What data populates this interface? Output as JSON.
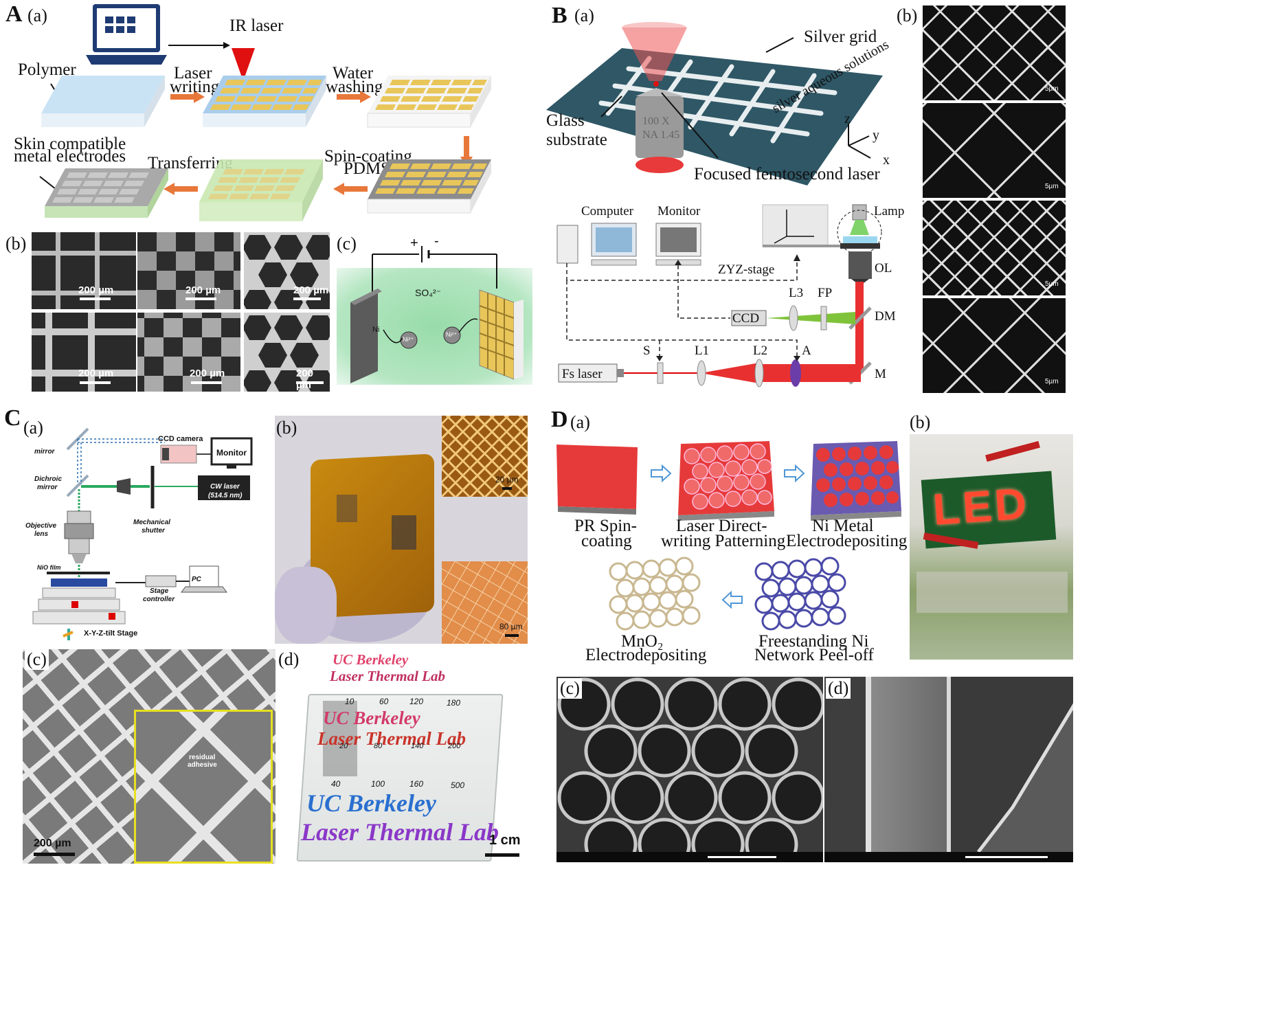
{
  "panels": {
    "A": {
      "letter": "A",
      "a": "(a)",
      "b": "(b)",
      "c": "(c)",
      "ir_laser": "IR laser",
      "polymer": "Polymer",
      "laser_writing_1": "Laser",
      "laser_writing_2": "writing",
      "water_washing_1": "Water",
      "water_washing_2": "washing",
      "skin_1": "Skin compatible",
      "skin_2": "metal electrodes",
      "transferring": "Transferring",
      "spin_1": "Spin-coating",
      "spin_2": "PDMS",
      "scale": [
        "200 µm",
        "200 µm",
        "200 µm",
        "200 µm",
        "200 µm",
        "200 µm"
      ],
      "plus": "+",
      "minus": "-",
      "so4": "SO₄²⁻",
      "ni": "Ni",
      "ni2": "Ni²⁺"
    },
    "B": {
      "letter": "B",
      "a": "(a)",
      "b": "(b)",
      "silver_grid": "Silver grid",
      "glass_1": "Glass",
      "glass_2": "substrate",
      "solutions": "silver aqueous solutions",
      "focused": "Focused femtosecond laser",
      "obj_1": "100 X",
      "obj_2": "NA 1.45",
      "z": "z",
      "y": "y",
      "x": "x",
      "computer": "Computer",
      "monitor": "Monitor",
      "lamp": "Lamp",
      "ol": "OL",
      "zyz": "ZYZ-stage",
      "ccd": "CCD",
      "l3": "L3",
      "fp": "FP",
      "dm": "DM",
      "s": "S",
      "l1": "L1",
      "l2": "L2",
      "a_lbl": "A",
      "m": "M",
      "fs": "Fs laser",
      "sem_scale": [
        "5µm",
        "5µm",
        "5µm",
        "5µm"
      ]
    },
    "C": {
      "letter": "C",
      "a": "(a)",
      "b": "(b)",
      "c": "(c)",
      "d": "(d)",
      "ccd_camera": "CCD camera",
      "monitor": "Monitor",
      "mirror": "mirror",
      "dichroic_1": "Dichroic",
      "dichroic_2": "mirror",
      "cw_1": "CW laser",
      "cw_2": "(514.5 nm)",
      "mech_1": "Mechanical",
      "mech_2": "shutter",
      "obj_1": "Objective",
      "obj_2": "lens",
      "nio": "NiO film",
      "stage_1": "Stage",
      "stage_2": "controller",
      "pc": "PC",
      "xyz": "X-Y-Z-tilt Stage",
      "scale_20": "20 µm",
      "scale_80": "80 µm",
      "residual_1": "residual",
      "residual_2": "adhesive",
      "scale_200": "200 µm",
      "ucb": "UC Berkeley",
      "ltl": "Laser Thermal Lab",
      "nums_top": [
        "10",
        "60",
        "120",
        "180"
      ],
      "nums_mid": [
        "20",
        "80",
        "140",
        "200"
      ],
      "nums_bot": [
        "40",
        "100",
        "160",
        "500"
      ],
      "scale_1cm": "1 cm"
    },
    "D": {
      "letter": "D",
      "a": "(a)",
      "b": "(b)",
      "c": "(c)",
      "d": "(d)",
      "pr_1": "PR Spin-",
      "pr_2": "coating",
      "ldw_1": "Laser Direct-",
      "ldw_2": "writing Patterning",
      "ni_1": "Ni Metal",
      "ni_2": "Electrodepositing",
      "mno_1": "MnO₂",
      "mno_2": "Electrodepositing",
      "free_1": "Freestanding Ni",
      "free_2": "Network Peel-off",
      "led": "LED"
    }
  },
  "colors": {
    "orange_arrow": "#e8773a",
    "gold": "#e8c65a",
    "laser_red": "#e01010",
    "green_bg": "#8fd6a3",
    "blue_arrow": "#4f97d6"
  }
}
